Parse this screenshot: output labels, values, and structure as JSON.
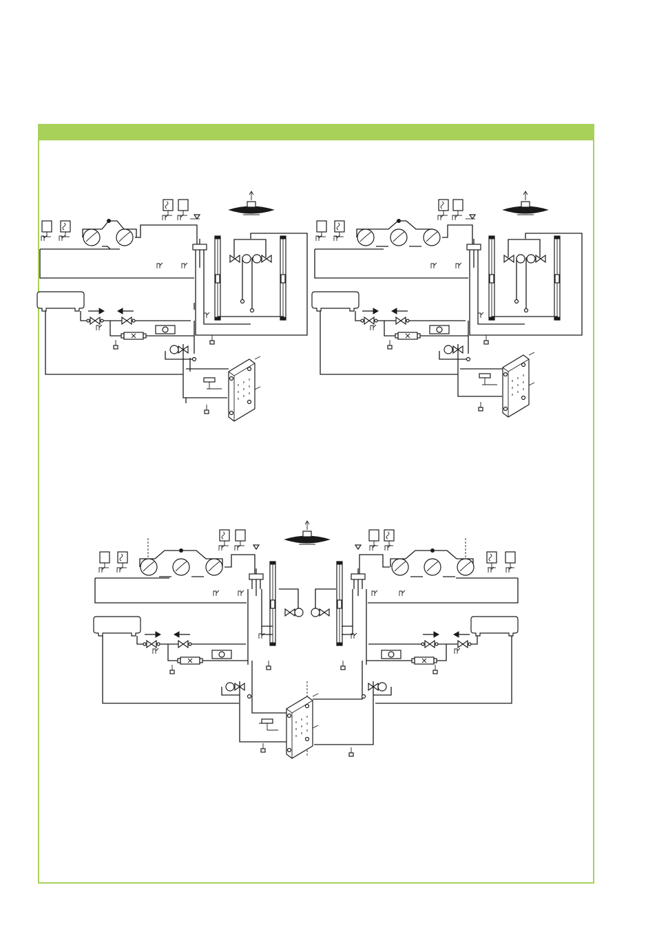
{
  "page": {
    "background": "#ffffff",
    "accent_color": "#a8d15a"
  },
  "diagrams": [
    {
      "name": "schematic-two-compressors",
      "compressors": 2
    },
    {
      "name": "schematic-three-compressors",
      "compressors": 3
    },
    {
      "name": "schematic-dual-circuit",
      "compressors": 3
    }
  ]
}
